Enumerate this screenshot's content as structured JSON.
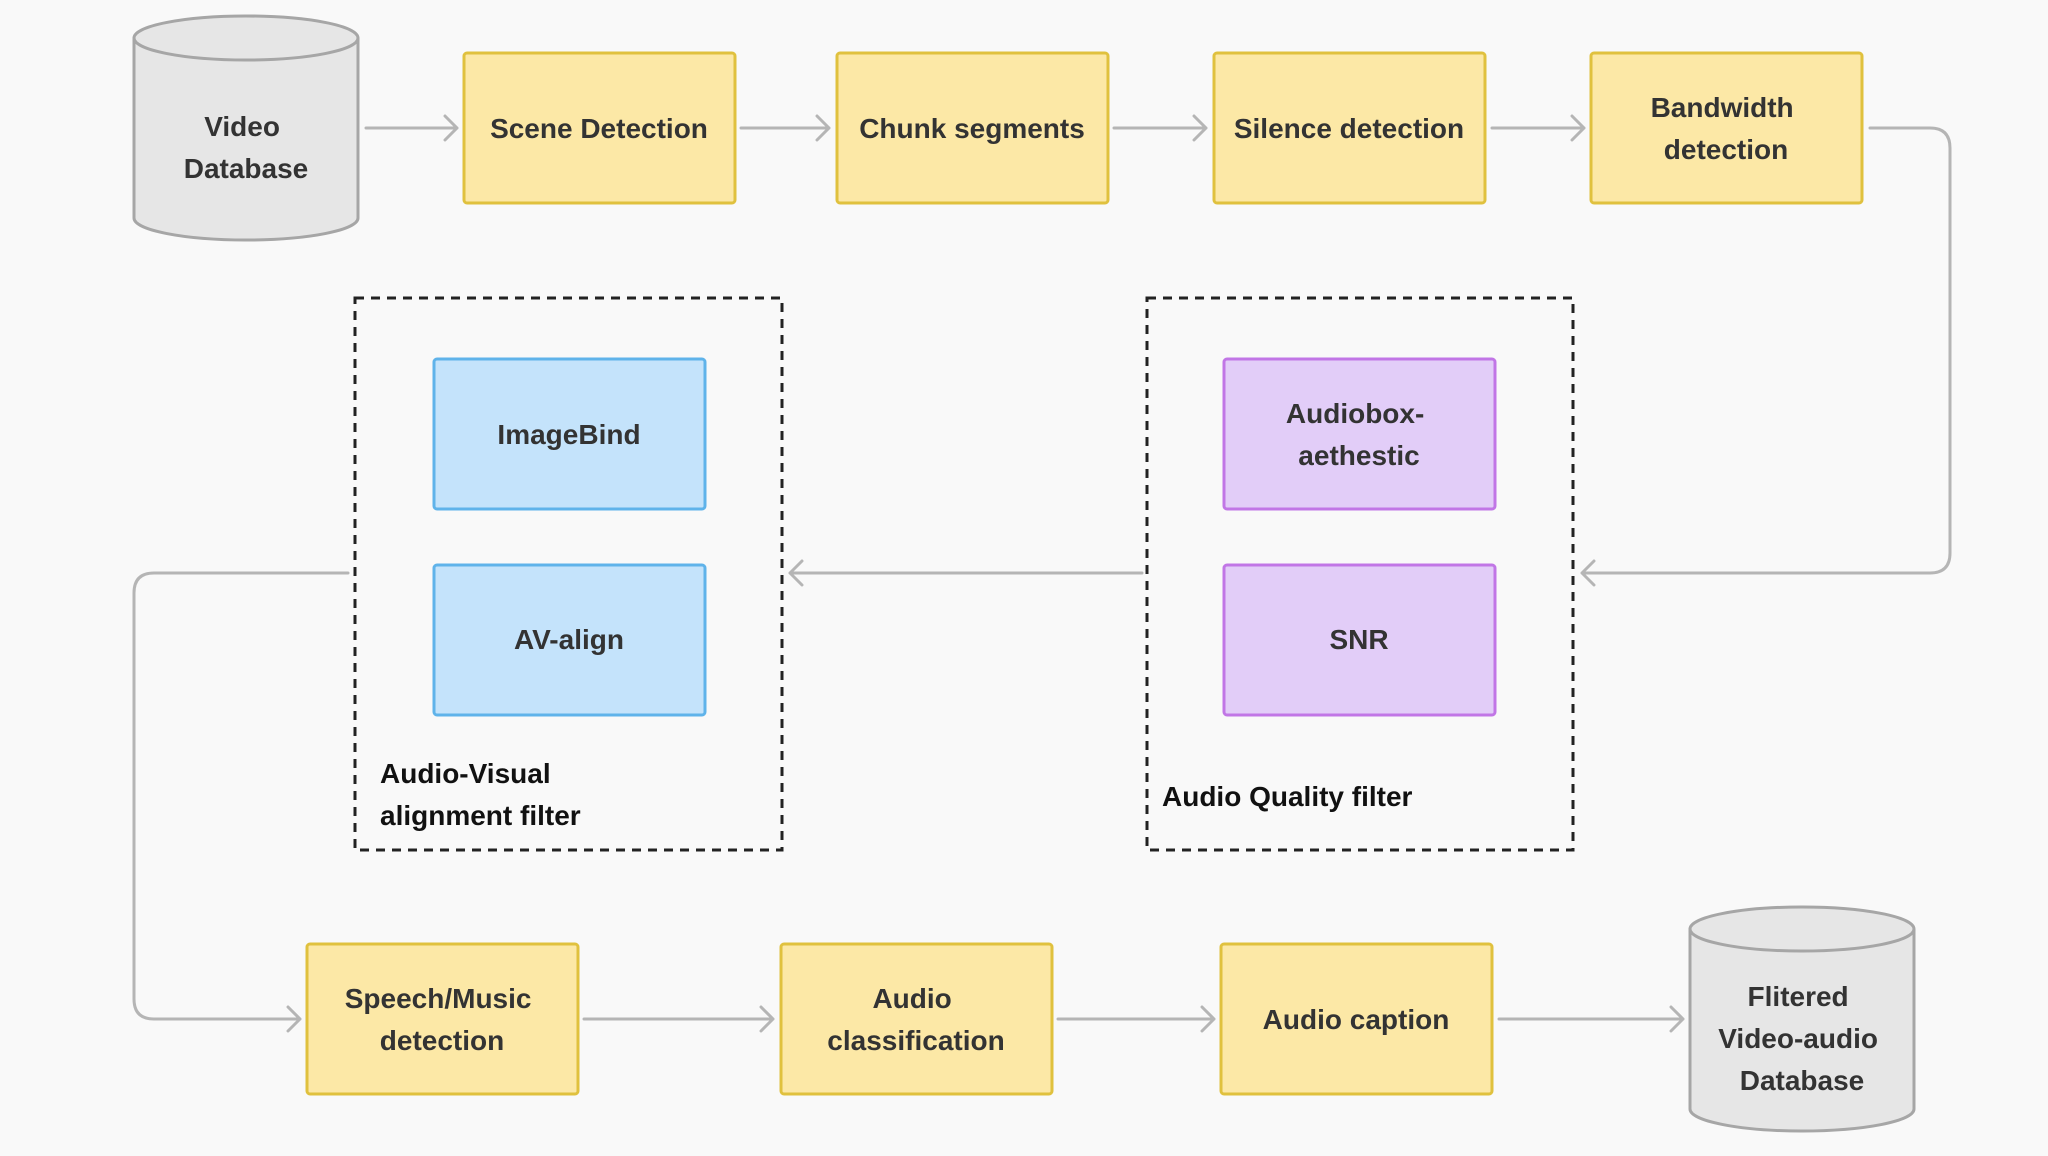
{
  "nodes": {
    "video_database": {
      "lines": [
        "Video",
        "Database"
      ]
    },
    "scene_detection": {
      "lines": [
        "Scene Detection"
      ]
    },
    "chunk_segments": {
      "lines": [
        "Chunk segments"
      ]
    },
    "silence_detection": {
      "lines": [
        "Silence detection"
      ]
    },
    "bandwidth_detection": {
      "lines": [
        "Bandwidth",
        "detection"
      ]
    },
    "imagebind": {
      "lines": [
        "ImageBind"
      ]
    },
    "av_align": {
      "lines": [
        "AV-align"
      ]
    },
    "audiobox_aesthetic": {
      "lines": [
        "Audiobox-",
        "aethestic"
      ]
    },
    "snr": {
      "lines": [
        "SNR"
      ]
    },
    "speech_music_detection": {
      "lines": [
        "Speech/Music",
        "detection"
      ]
    },
    "audio_classification": {
      "lines": [
        "Audio",
        "classification"
      ]
    },
    "audio_caption": {
      "lines": [
        "Audio caption"
      ]
    },
    "filtered_database": {
      "lines": [
        "Flitered",
        "Video-audio",
        "Database"
      ]
    }
  },
  "groups": {
    "av_filter": {
      "lines": [
        "Audio-Visual",
        "alignment filter"
      ]
    },
    "quality_filter": {
      "lines": [
        "Audio Quality filter"
      ]
    }
  },
  "colors": {
    "process_fill": "#fce8a6",
    "process_stroke": "#e0c13e",
    "blue_fill": "#c4e3fb",
    "blue_stroke": "#5fb3ea",
    "purple_fill": "#e2cdf8",
    "purple_stroke": "#c176e6",
    "db_fill": "#e6e6e6",
    "db_stroke": "#a6a6a6",
    "connector": "#b5b5b5",
    "group_border": "#222222"
  }
}
